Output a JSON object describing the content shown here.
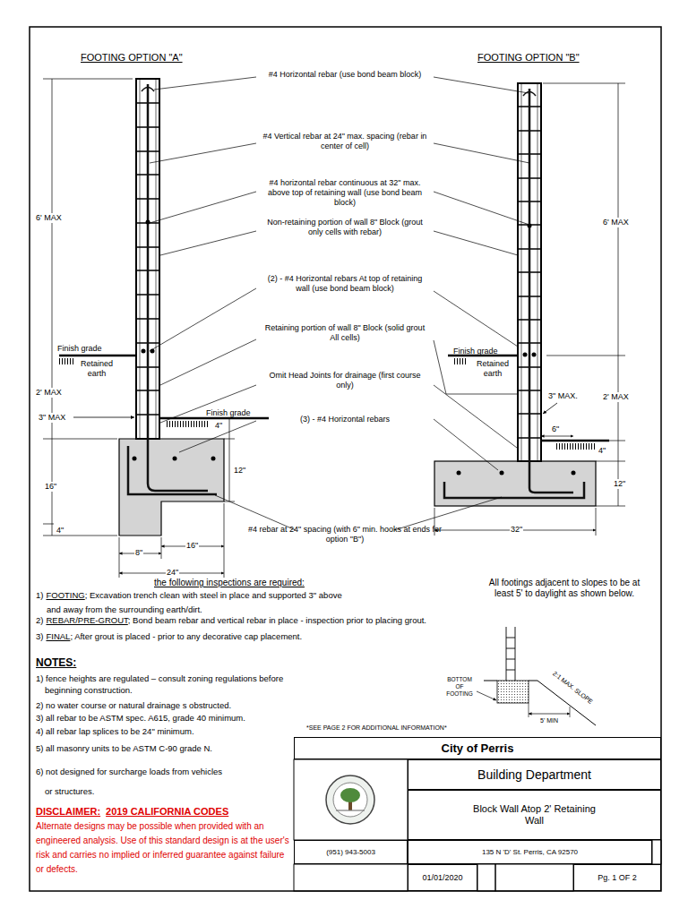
{
  "diagram": {
    "nodes": [
      {
        "text": [
          "City of Perris"
        ]
      },
      {
        "text": [
          "Building Department"
        ]
      },
      {
        "text": [
          "Block Wall Atop 2' Retaining Wall"
        ]
      },
      {
        "text": [
          "(951) 943-5003"
        ]
      },
      {
        "text": [
          "135 N 'D' St. Perris, CA 92570"
        ]
      },
      {
        "text": [
          "01/01/2020"
        ]
      },
      {
        "text": [
          "Pg. 1 OF 2"
        ]
      }
    ],
    "labels": [
      "FOOTING OPTION \"A\"",
      "FOOTING OPTION \"B\"",
      "#4 Horizontal rebar (use bond beam block)",
      "#4 Vertical rebar at 24\" max. spacing (rebar in center of cell)",
      "#4 horizontal rebar continuous at 32\" max. above top of retaining wall (use bond beam block)",
      "Non-retaining portion of wall 8\" Block (grout only cells with rebar)",
      "(2) - #4 Horizontal rebars At top of retaining wall (use bond beam block)",
      "Retaining portion of wall 8\" Block (solid grout All cells)",
      "Omit Head Joints for drainage (first course only)",
      "(3) - #4 Horizontal rebars",
      "#4 rebar at 24\" spacing (with 6\" min. hooks at ends for option \"B\")",
      "6' MAX",
      "2' MAX",
      "Finish grade",
      "Retained earth",
      "3\" MAX",
      "Finish grade",
      "4\"",
      "16\"",
      "4\"",
      "12\"",
      "8\"",
      "16\"",
      "24\"",
      "6' MAX",
      "Finish grade",
      "Retained earth",
      "3\" MAX.",
      "2' MAX",
      "6\"",
      "4\"",
      "12\"",
      "32\"",
      "the following inspections are required:",
      "1)",
      "FOOTING",
      "; Excavation trench clean with steel in place and supported 3\" above and away from the surrounding earth/dirt.",
      "2)",
      "REBAR/PRE-GROUT",
      "; Bond beam rebar and vertical rebar in place - inspection prior to placing grout.",
      "3)",
      "FINAL",
      "; After grout is placed - prior to any decorative cap placement.",
      "All footings adjacent to slopes to be at least 5' to daylight as shown below.",
      "BOTTOM OF FOOTING",
      "2:1 MAX. SLOPE",
      "5' MIN",
      "NOTES:",
      "1) fence heights are regulated – consult zoning regulations before beginning construction.",
      "2) no water course or natural drainage s obstructed.",
      "3) all rebar to be ASTM spec. A615, grade 40 minimum.",
      "4) all rebar lap splices to be 24\" minimum.",
      "5) all masonry units to be ASTM C-90 grade N.",
      "6) not designed for surcharge loads from vehicles or structures.",
      "*SEE PAGE 2 FOR ADDITIONAL INFORMATION*",
      "DISCLAIMER:",
      "2019 CALIFORNIA CODES",
      "Alternate designs may be possible when provided with an engineered analysis. Use of this standard design is at the user's risk and carries no implied or inferred guarantee against failure or defects."
    ]
  }
}
